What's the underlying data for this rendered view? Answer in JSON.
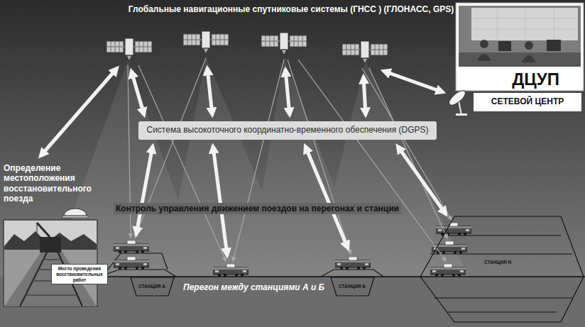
{
  "diagram": {
    "title": "Глобальные навигационные спутниковые системы (ГНСС ) (ГЛОНАСС, GPS)",
    "nodes": [
      {
        "text": [
          "ДЦУП"
        ]
      },
      {
        "text": [
          "СЕТЕВОЙ ЦЕНТР"
        ]
      },
      {
        "text": [
          "Система высокоточного координатно-временного обеспечения (DGPS)"
        ]
      },
      {
        "text": [
          "Место проведения восстановительных работ"
        ]
      },
      {
        "text": [
          "СТАНЦИЯ А"
        ]
      },
      {
        "text": [
          "СТАНЦИЯ Б"
        ]
      },
      {
        "text": [
          "СТАНЦИЯ N"
        ]
      }
    ],
    "labels": [
      "Определение местоположения восстановительного поезда",
      "Контроль управления движением поездов на перегонах и станции",
      "Перегон между станциями А и Б"
    ]
  }
}
